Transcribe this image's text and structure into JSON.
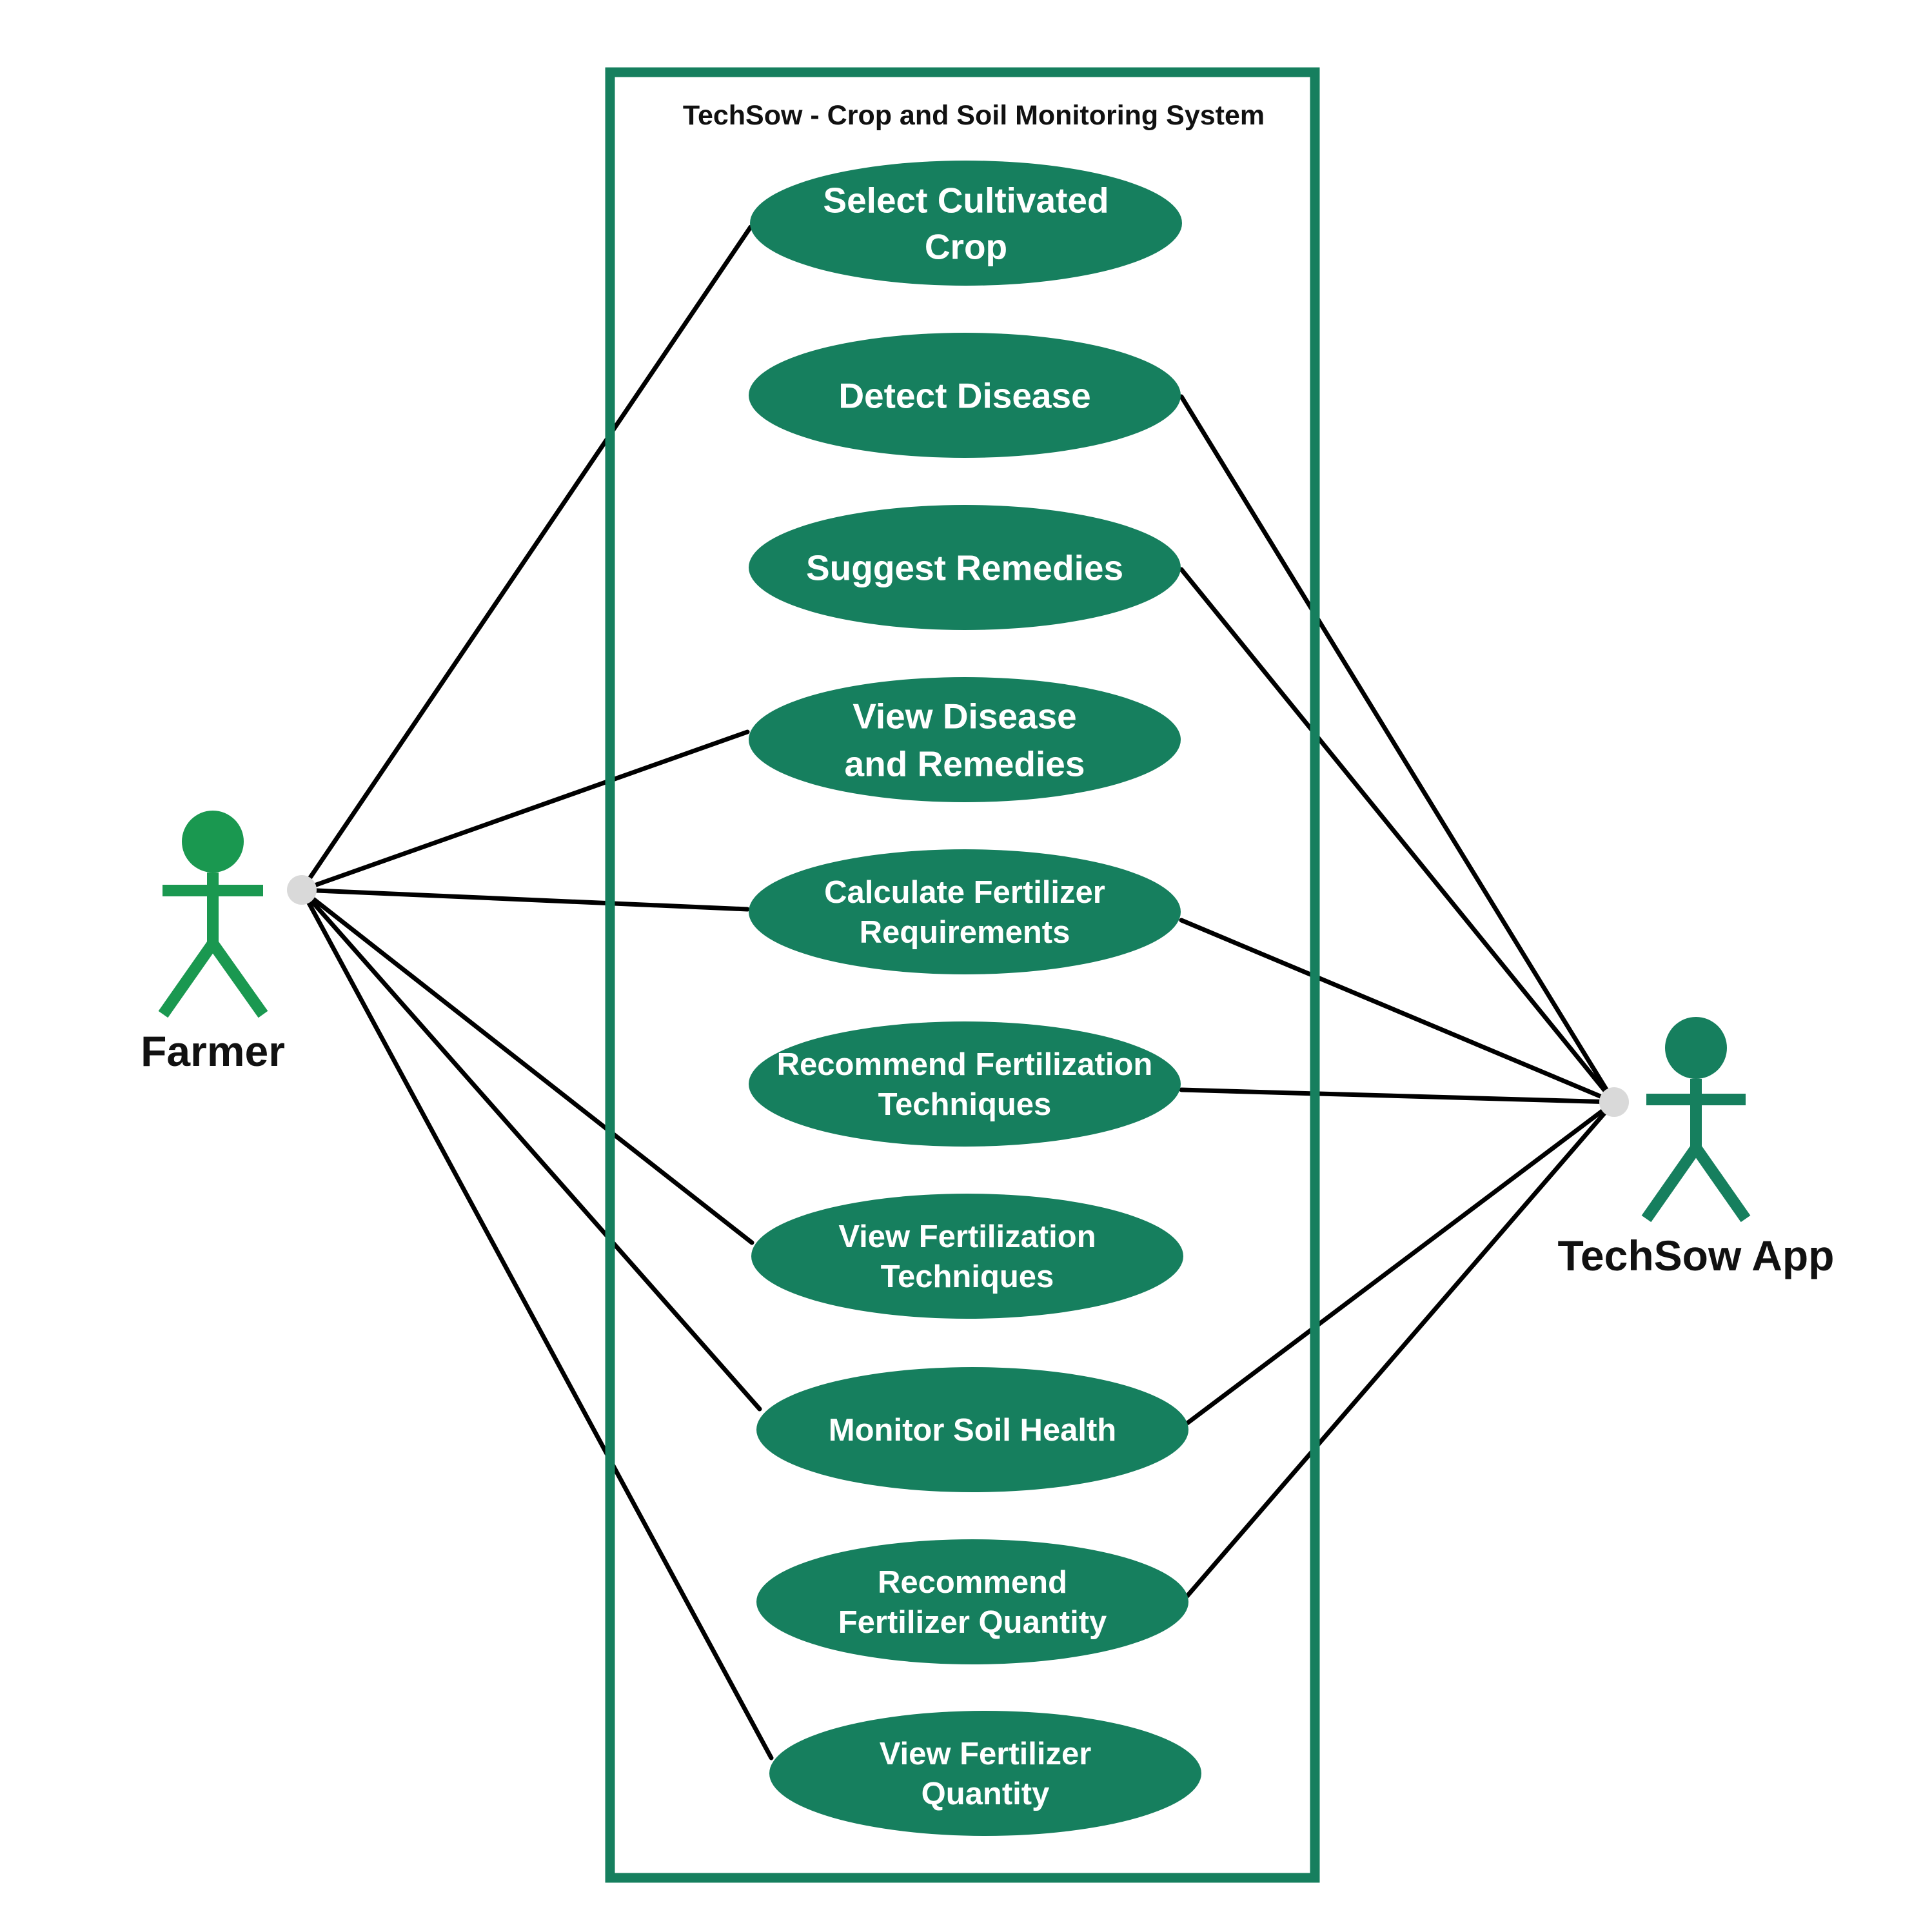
{
  "system": {
    "title": "TechSow - Crop and Soil Monitoring System",
    "border_color": "#167f5e"
  },
  "colors": {
    "use_case_fill": "#167f5e",
    "use_case_text": "#ffffff",
    "farmer_actor": "#1a9850",
    "app_actor": "#167f5e",
    "association_line": "#000000",
    "connector_dot": "#d9d9d9"
  },
  "actors": {
    "farmer": {
      "label": "Farmer",
      "icon": "stick-figure-icon"
    },
    "app": {
      "label": "TechSow App",
      "icon": "stick-figure-icon"
    }
  },
  "use_cases": [
    {
      "id": "select-cultivated-crop",
      "lines": [
        "Select Cultivated",
        "Crop"
      ]
    },
    {
      "id": "detect-disease",
      "lines": [
        "Detect Disease"
      ]
    },
    {
      "id": "suggest-remedies",
      "lines": [
        "Suggest Remedies"
      ]
    },
    {
      "id": "view-disease-and-remedies",
      "lines": [
        "View Disease",
        "and Remedies"
      ]
    },
    {
      "id": "calculate-fertilizer-requirements",
      "lines": [
        "Calculate Fertilizer",
        "Requirements"
      ]
    },
    {
      "id": "recommend-fertilization-techniques",
      "lines": [
        "Recommend Fertilization",
        "Techniques"
      ]
    },
    {
      "id": "view-fertilization-techniques",
      "lines": [
        "View Fertilization",
        "Techniques"
      ]
    },
    {
      "id": "monitor-soil-health",
      "lines": [
        "Monitor Soil Health"
      ]
    },
    {
      "id": "recommend-fertilizer-quantity",
      "lines": [
        "Recommend",
        "Fertilizer Quantity"
      ]
    },
    {
      "id": "view-fertilizer-quantity",
      "lines": [
        "View Fertilizer",
        "Quantity"
      ]
    }
  ],
  "associations": {
    "farmer": [
      "select-cultivated-crop",
      "view-disease-and-remedies",
      "calculate-fertilizer-requirements",
      "view-fertilization-techniques",
      "monitor-soil-health",
      "view-fertilizer-quantity"
    ],
    "app": [
      "detect-disease",
      "suggest-remedies",
      "calculate-fertilizer-requirements",
      "recommend-fertilization-techniques",
      "monitor-soil-health",
      "recommend-fertilizer-quantity"
    ]
  }
}
